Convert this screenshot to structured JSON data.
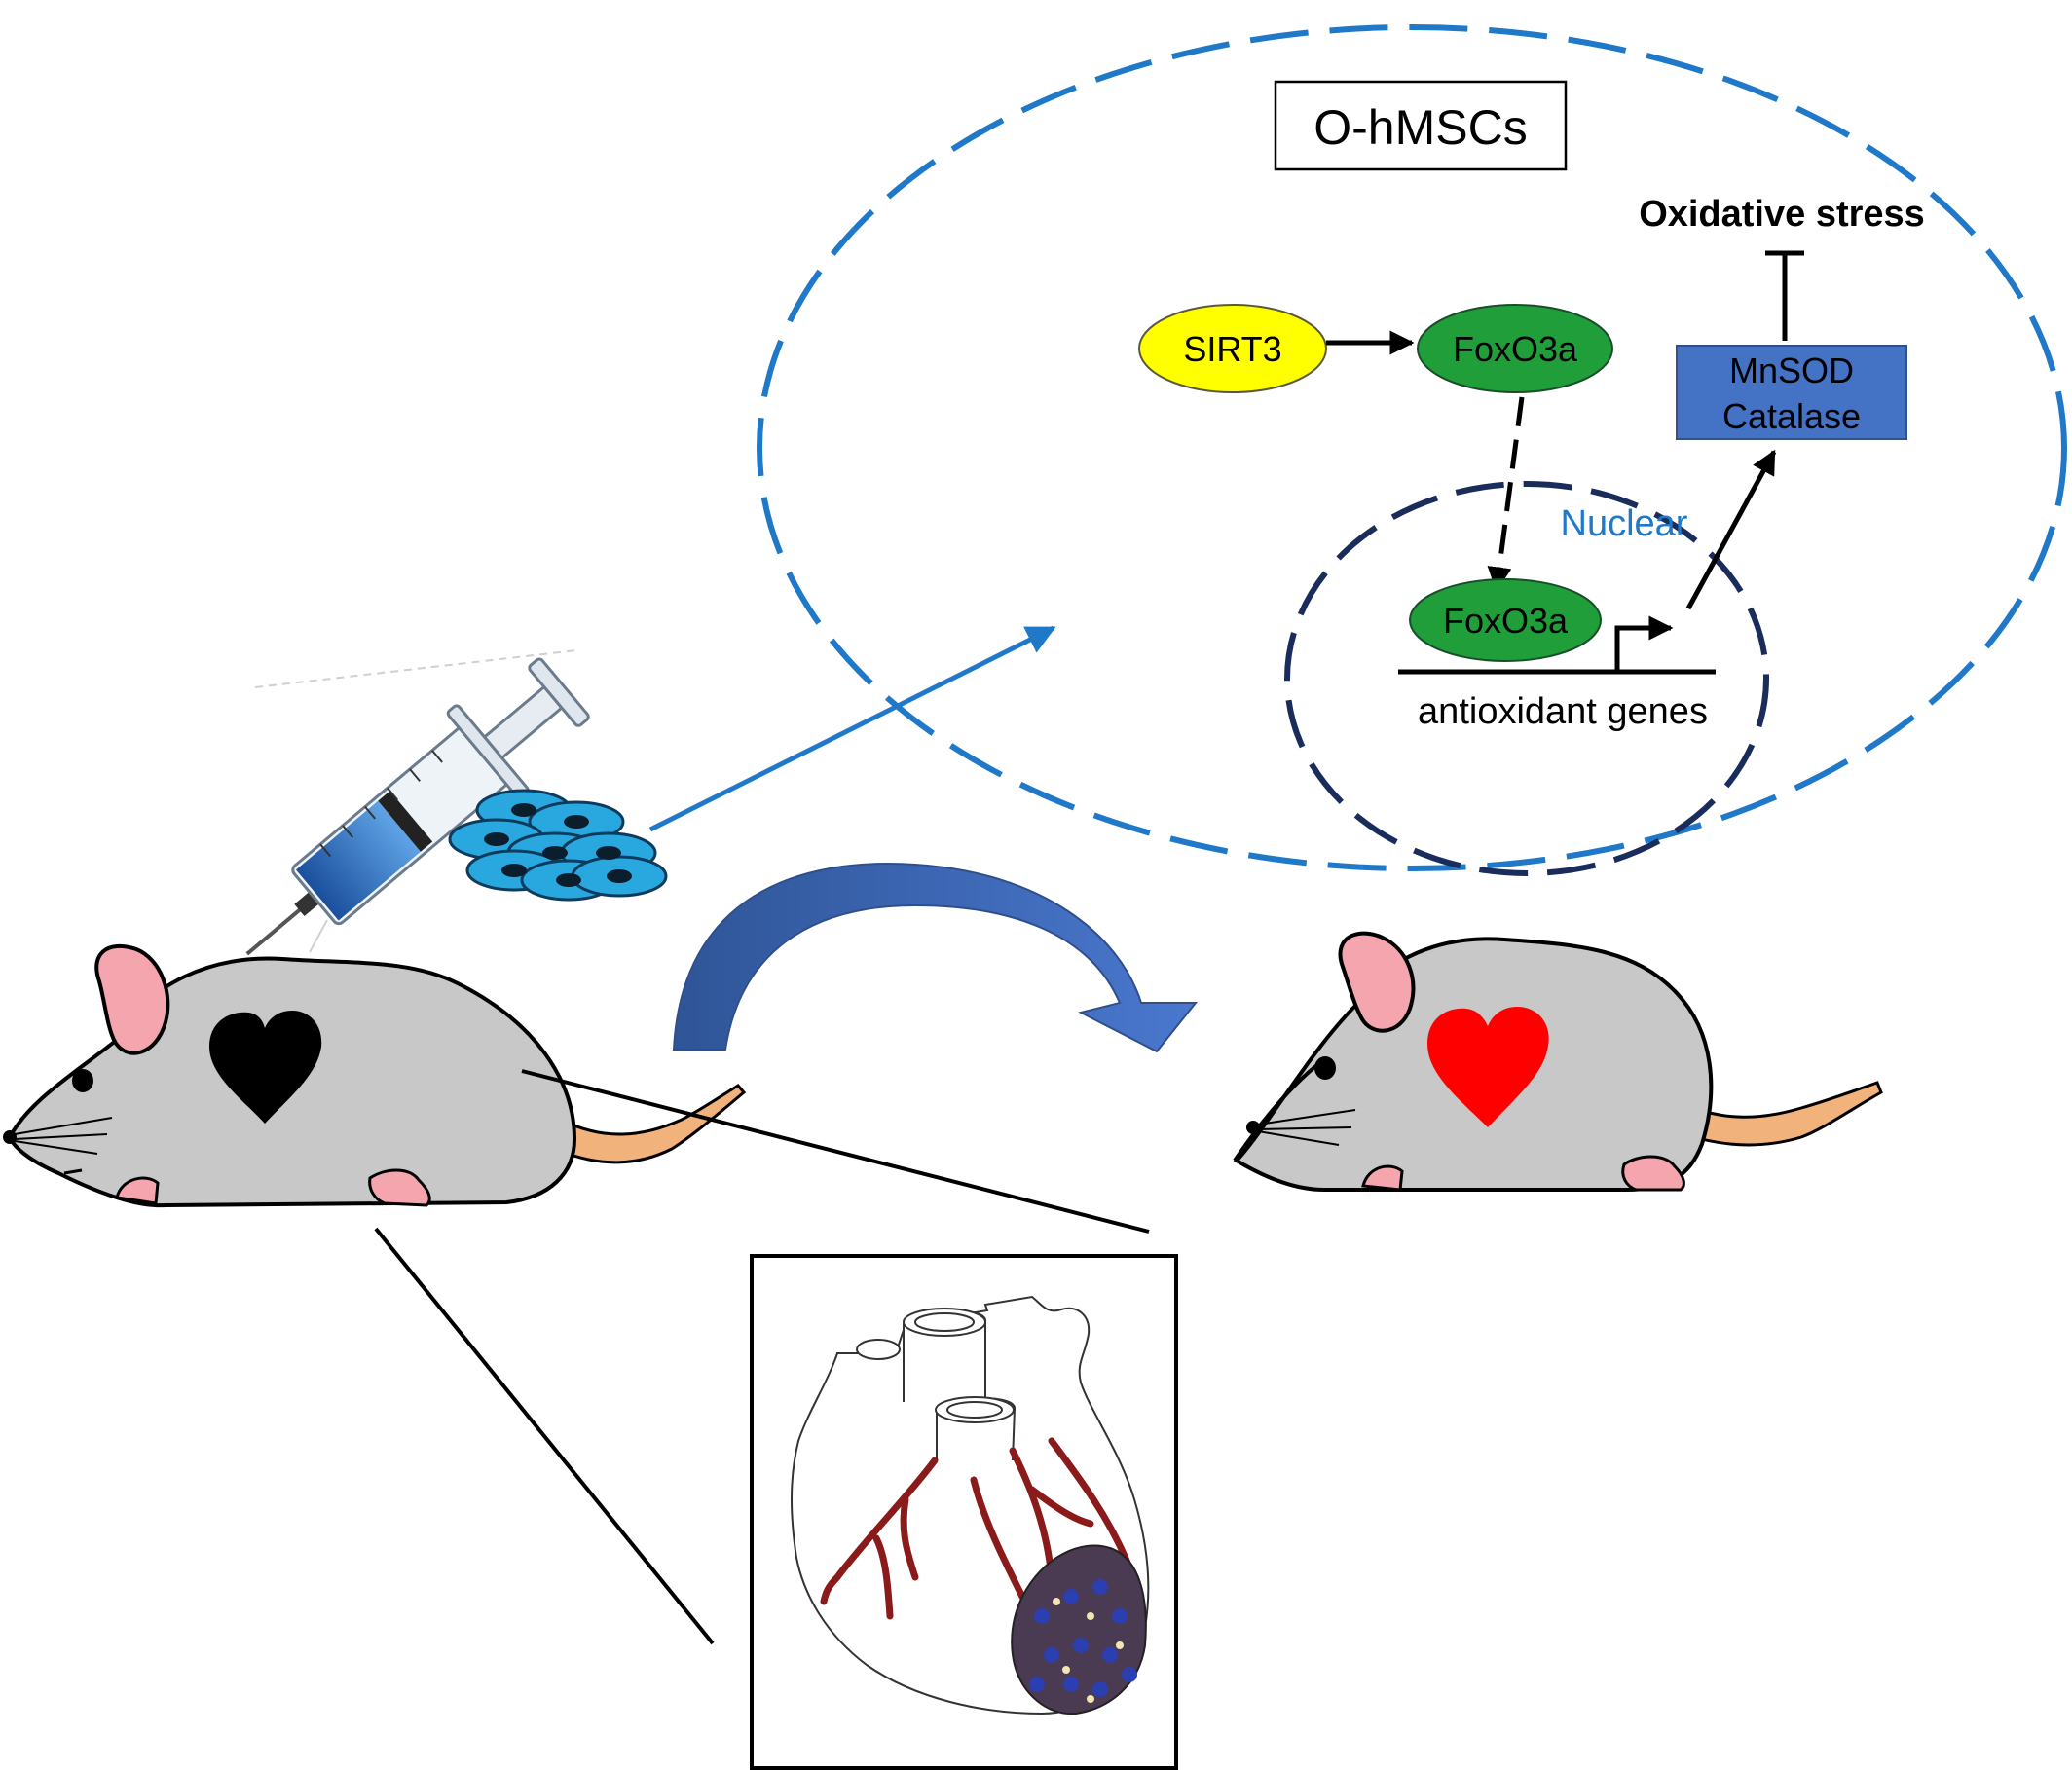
{
  "figure": {
    "cell_box_label": "O-hMSCs",
    "oxidative_stress": "Oxidative stress",
    "sirt3": "SIRT3",
    "foxo3a_cytoplasm": "FoxO3a",
    "foxo3a_nucleus": "FoxO3a",
    "enzymes_line1": "MnSOD",
    "enzymes_line2": "Catalase",
    "nuclear_label": "Nuclear",
    "genes_label": "antioxidant genes"
  },
  "colors": {
    "outer_circle": "#1f78c8",
    "nucleus_circle": "#1a2c5b",
    "sirt3_fill": "#ffff00",
    "foxo3a_fill": "#1f9e3a",
    "enzyme_box_fill": "#4472c4",
    "nuclear_text": "#1f78c8",
    "curved_arrow": "#3d62b0",
    "sick_heart": "#000000",
    "healed_heart": "#ff0000",
    "mouse_body": "#c8c8c8",
    "mouse_ear": "#f4a5ae",
    "mouse_tail": "#f2b27c",
    "cell_fill": "#29a8e0",
    "vessel": "#8b1a1a",
    "infarct_spots": "#2b3fb0"
  }
}
